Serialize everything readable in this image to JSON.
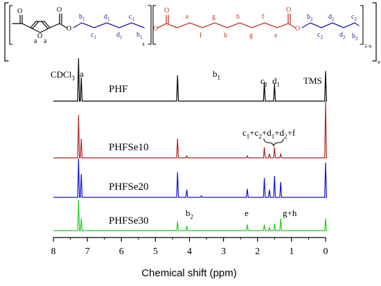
{
  "structure": {
    "label_a1": "a",
    "label_a2": "a",
    "b1": "b",
    "b1_sub": "1",
    "d1": "d",
    "d1_sub": "1",
    "c1": "c",
    "c1_sub": "1",
    "c1b": "c",
    "c1b_sub": "1",
    "d1b": "d",
    "d1b_sub": "1",
    "b1b": "b",
    "b1b_sub": "1",
    "x_sub": "x",
    "e1": "e",
    "g1": "g",
    "h1": "h",
    "f1": "f",
    "f2": "f",
    "g2": "g",
    "h2": "h",
    "e2": "e",
    "b2": "b",
    "b2_sub": "2",
    "d2": "d",
    "d2_sub": "2",
    "c2": "c",
    "c2_sub": "2",
    "c2b": "c",
    "c2b_sub": "2",
    "d2b": "d",
    "d2b_sub": "2",
    "b2b": "b",
    "b2b_sub": "2",
    "one_minus_x": "1-x",
    "n_sub": "n"
  },
  "colors": {
    "PHF": "#000000",
    "PHFSe10": "#b22222",
    "PHFSe20": "#1010d0",
    "PHFSe30": "#22cc22",
    "segment_blue": "#1a1aa8",
    "segment_red": "#c0392b"
  },
  "chart_data": {
    "type": "line",
    "xlabel": "Chemical shift (ppm)",
    "xlim": [
      8,
      0
    ],
    "x_ticks": [
      "8",
      "7",
      "6",
      "5",
      "4",
      "3",
      "2",
      "1",
      "0"
    ],
    "series": [
      {
        "name": "PHF",
        "peaks": [
          {
            "x": 7.26,
            "h": 1.0
          },
          {
            "x": 7.18,
            "h": 0.55
          },
          {
            "x": 4.35,
            "h": 0.6
          },
          {
            "x": 1.8,
            "h": 0.45
          },
          {
            "x": 1.5,
            "h": 0.4
          },
          {
            "x": 0.0,
            "h": 0.7
          }
        ]
      },
      {
        "name": "PHFSe10",
        "peaks": [
          {
            "x": 7.26,
            "h": 1.0
          },
          {
            "x": 7.18,
            "h": 0.45
          },
          {
            "x": 4.35,
            "h": 0.45
          },
          {
            "x": 4.08,
            "h": 0.05
          },
          {
            "x": 2.3,
            "h": 0.05
          },
          {
            "x": 1.8,
            "h": 0.25
          },
          {
            "x": 1.65,
            "h": 0.1
          },
          {
            "x": 1.5,
            "h": 0.25
          },
          {
            "x": 1.32,
            "h": 0.1
          },
          {
            "x": 0.0,
            "h": 1.3
          }
        ]
      },
      {
        "name": "PHFSe20",
        "peaks": [
          {
            "x": 7.26,
            "h": 1.0
          },
          {
            "x": 7.18,
            "h": 0.6
          },
          {
            "x": 4.35,
            "h": 0.65
          },
          {
            "x": 4.08,
            "h": 0.2
          },
          {
            "x": 3.65,
            "h": 0.04
          },
          {
            "x": 2.3,
            "h": 0.22
          },
          {
            "x": 1.8,
            "h": 0.5
          },
          {
            "x": 1.65,
            "h": 0.2
          },
          {
            "x": 1.5,
            "h": 0.55
          },
          {
            "x": 1.32,
            "h": 0.4
          },
          {
            "x": 0.0,
            "h": 0.9
          }
        ]
      },
      {
        "name": "PHFSe30",
        "peaks": [
          {
            "x": 7.26,
            "h": 1.0
          },
          {
            "x": 7.18,
            "h": 0.4
          },
          {
            "x": 4.35,
            "h": 0.3
          },
          {
            "x": 4.08,
            "h": 0.15
          },
          {
            "x": 2.3,
            "h": 0.2
          },
          {
            "x": 1.8,
            "h": 0.2
          },
          {
            "x": 1.65,
            "h": 0.1
          },
          {
            "x": 1.5,
            "h": 0.22
          },
          {
            "x": 1.32,
            "h": 0.4
          },
          {
            "x": 0.0,
            "h": 0.4
          }
        ]
      }
    ],
    "annotations": {
      "cdcl3": "CDCl",
      "cdcl3_sub": "3",
      "a": "a",
      "b1": "b",
      "b1_sub": "1",
      "c1": "c",
      "c1_sub": "1",
      "d1": "d",
      "d1_sub": "1",
      "tms": "TMS",
      "combined": "c1+c2+d1+d2+f",
      "b2": "b",
      "b2_sub": "2",
      "e": "e",
      "gh": "g+h"
    }
  }
}
